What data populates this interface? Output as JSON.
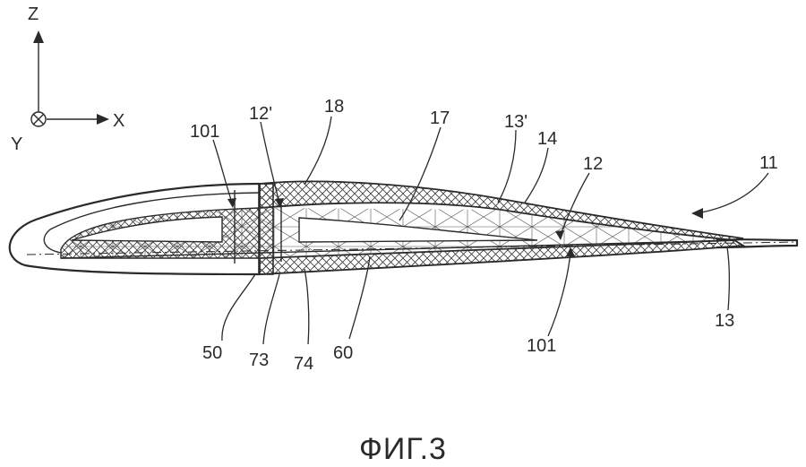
{
  "axes": {
    "z_label": "Z",
    "x_label": "X",
    "y_label": "Y"
  },
  "labels": {
    "l101_top": "101",
    "l12p": "12'",
    "l18": "18",
    "l17": "17",
    "l13p": "13'",
    "l14": "14",
    "l12": "12",
    "l11": "11",
    "l50": "50",
    "l73": "73",
    "l74": "74",
    "l60": "60",
    "l101_bottom": "101",
    "l13": "13"
  },
  "caption": "ФИГ.3",
  "colors": {
    "ink": "#2a2a2a",
    "background": "#ffffff"
  }
}
